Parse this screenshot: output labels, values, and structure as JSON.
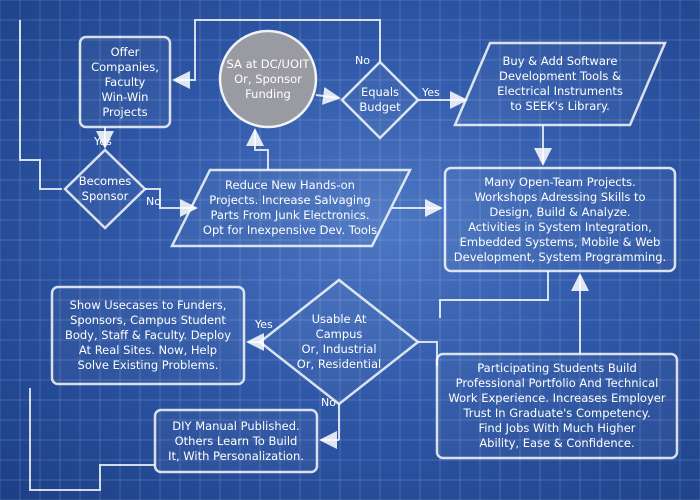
{
  "nodes": {
    "offer": "Offer\nCompanies,\nFaculty\nWin-Win\nProjects",
    "sa_dc_uoit": "SA at DC/UOIT\nOr, Sponsor\nFunding",
    "equals_budget": "Equals\nBudget",
    "buy_add": "Buy & Add Software\nDevelopment Tools &\nElectrical Instruments\nto SEEK's Library.",
    "becomes_sponsor": "Becomes\nSponsor",
    "reduce": "Reduce New Hands-on\nProjects. Increase Salvaging\nParts From Junk Electronics.\nOpt for Inexpensive Dev. Tools",
    "many_projects": "Many Open-Team Projects.\nWorkshops Adressing Skills to\nDesign, Build & Analyze.\nActivities in System Integration,\nEmbedded Systems, Mobile & Web\nDevelopment, System Programming.",
    "show_usecases": "Show Usecases to Funders,\nSponsors, Campus Student\nBody, Staff & Faculty. Deploy\nAt Real Sites. Now, Help\nSolve Existing Problems.",
    "usable_at": "Usable At\nCampus\nOr, Industrial\nOr, Residential",
    "participating": "Participating Students Build\nProfessional Portfolio And Technical\nWork Experience. Increases Employer\nTrust In Graduate's Competency.\nFind Jobs With Much Higher\nAbility, Ease & Confidence.",
    "diy_manual": "DIY Manual Published.\nOthers Learn To Build\nIt, With Personalization."
  },
  "edges": {
    "no_budget": "No",
    "yes_budget": "Yes",
    "yes_sponsor": "Yes",
    "no_sponsor": "No",
    "yes_usable": "Yes",
    "no_usable": "No"
  },
  "colors": {
    "background": "#2f58a8",
    "sa_node_fill": "#9a9aa2",
    "line": "#ffffff"
  }
}
